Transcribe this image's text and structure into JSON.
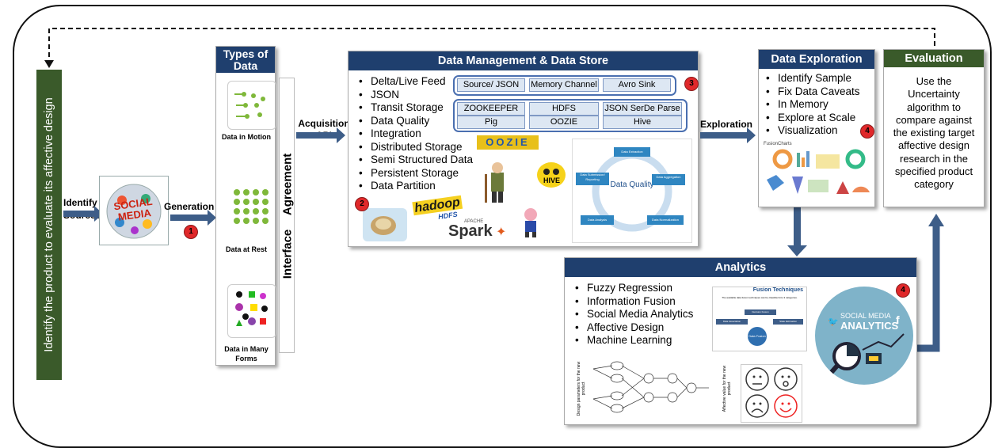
{
  "identify": {
    "vertical_text": "Identify the product to evaluate its affective design"
  },
  "sources": {
    "label": "Identify Sources",
    "badge": "1",
    "social_media_text": "SOCIAL MEDIA"
  },
  "generation": {
    "label": "Generation"
  },
  "types_of_data": {
    "title": "Types of Data",
    "items": [
      {
        "label": "Data in Motion"
      },
      {
        "label": "Data at Rest"
      },
      {
        "label": "Data in Many Forms"
      }
    ]
  },
  "interface_agreement": {
    "label": "Interface Agreement"
  },
  "acquisition": {
    "label": "Acquisition API"
  },
  "data_management": {
    "title": "Data Management & Data Store",
    "bullets": [
      "Delta/Live Feed",
      "JSON",
      "Transit Storage",
      "Data Quality",
      "Integration",
      "Distributed Storage",
      "Semi Structured Data",
      "Persistent Storage",
      "Data Partition"
    ],
    "pills_row1": [
      "Source/ JSON",
      "Memory Channel",
      "Avro Sink"
    ],
    "pills_row2": [
      "ZOOKEEPER",
      "HDFS",
      "JSON SerDe Parse"
    ],
    "pills_row3": [
      "Pig",
      "OOZIE",
      "Hive"
    ],
    "badge_a": "3",
    "badge_b": "2",
    "logos": {
      "oozie": "OOZIE",
      "hadoop": "hadoop",
      "hdfs": "HDFS",
      "hive": "HIVE",
      "spark": "Spark",
      "apache": "APACHE"
    },
    "quality_center": "Data Quality",
    "quality_nodes": [
      "Data Extraction",
      "Data Aggregation",
      "Data Normalization",
      "Data Analysis",
      "Data Submission/ Reporting"
    ]
  },
  "exploration": {
    "label": "Exploration"
  },
  "data_exploration": {
    "title": "Data Exploration",
    "bullets": [
      "Identify Sample",
      "Fix Data Caveats",
      "In Memory",
      "Explore at Scale",
      "Visualization"
    ],
    "badge": "4",
    "fusioncharts": "FusionCharts"
  },
  "evaluation": {
    "title": "Evaluation",
    "text": "Use the Uncertainty algorithm to compare against the existing target affective design research in the specified product category"
  },
  "analytics": {
    "title": "Analytics",
    "bullets": [
      "Fuzzy Regression",
      "Information Fusion",
      "Social Media Analytics",
      "Affective Design",
      "Machine Learning"
    ],
    "badge": "4",
    "fusion_title": "Fusion Techniques",
    "fusion_sub": "The available data fusion techniques can be classified into 3 categories.",
    "fusion_nodes": [
      "Decision Fusion",
      "Data Association",
      "State Estimation",
      "Data Fusion"
    ],
    "sma_line1": "SOCIAL MEDIA",
    "sma_line2": "ANALYTICS",
    "sma_f": "f",
    "nn_left": "Design parameters for the new product",
    "nn_right": "Affective value for the new product"
  },
  "colors": {
    "header_blue": "#1f3f6e",
    "evaluation_green": "#3a5a2a",
    "badge_red": "#e0282a",
    "arrow": "#3d5d88"
  }
}
